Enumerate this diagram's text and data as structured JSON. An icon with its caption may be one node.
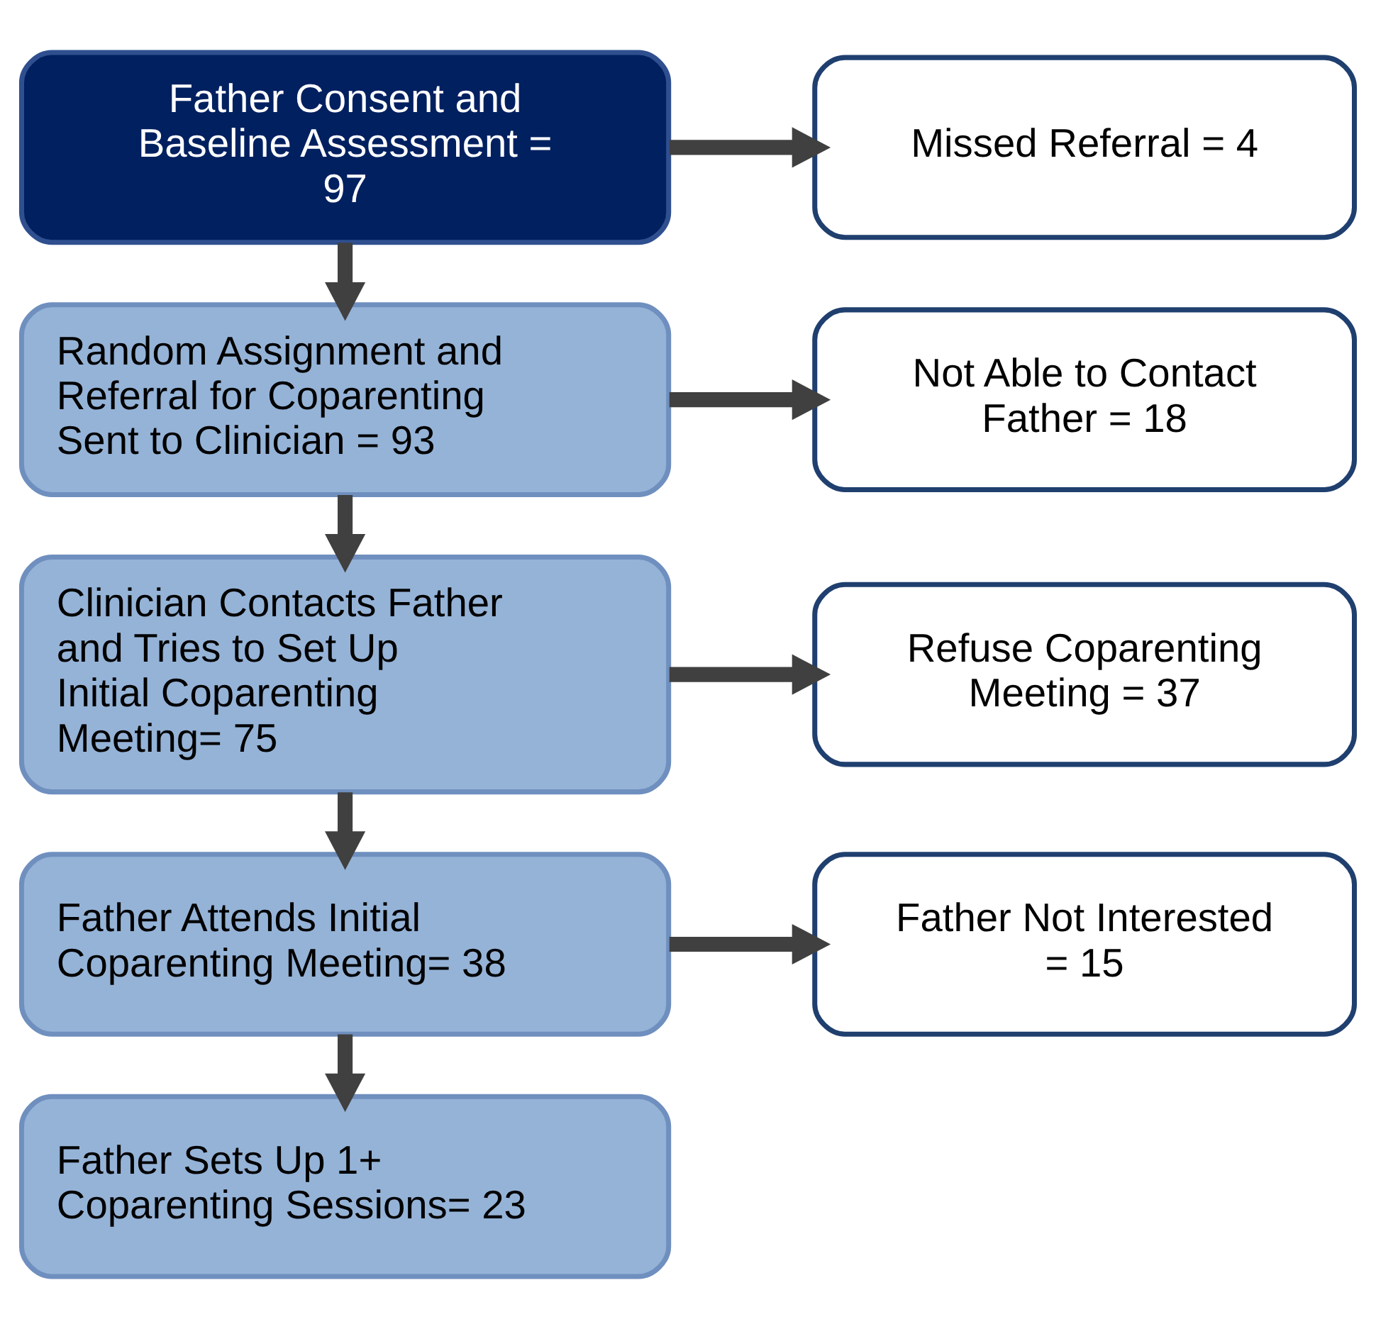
{
  "diagram": {
    "nodes": [
      {
        "text": [
          "Father Consent and Baseline Assessment = 97"
        ]
      },
      {
        "text": [
          "Missed Referral = 4"
        ]
      },
      {
        "text": [
          "Random Assignment and Referral for Coparenting Sent to Clinician = 93"
        ]
      },
      {
        "text": [
          "Not Able to Contact Father = 18"
        ]
      },
      {
        "text": [
          "Clinician Contacts Father and Tries to Set Up Initial Coparenting Meeting= 75"
        ]
      },
      {
        "text": [
          "Refuse Coparenting Meeting = 37"
        ]
      },
      {
        "text": [
          "Father Attends Initial Coparenting Meeting= 38"
        ]
      },
      {
        "text": [
          "Father Not Interested = 15"
        ]
      },
      {
        "text": [
          "Father Sets Up 1+ Coparenting Sessions= 23"
        ]
      }
    ],
    "edges": [
      {
        "from": 0,
        "to": 1,
        "arrow": "to"
      },
      {
        "from": 0,
        "to": 2,
        "arrow": "to"
      },
      {
        "from": 2,
        "to": 3,
        "arrow": "to"
      },
      {
        "from": 2,
        "to": 4,
        "arrow": "to"
      },
      {
        "from": 4,
        "to": 5,
        "arrow": "to"
      },
      {
        "from": 4,
        "to": 6,
        "arrow": "to"
      },
      {
        "from": 6,
        "to": 7,
        "arrow": "to"
      },
      {
        "from": 6,
        "to": 8,
        "arrow": "to"
      }
    ]
  }
}
